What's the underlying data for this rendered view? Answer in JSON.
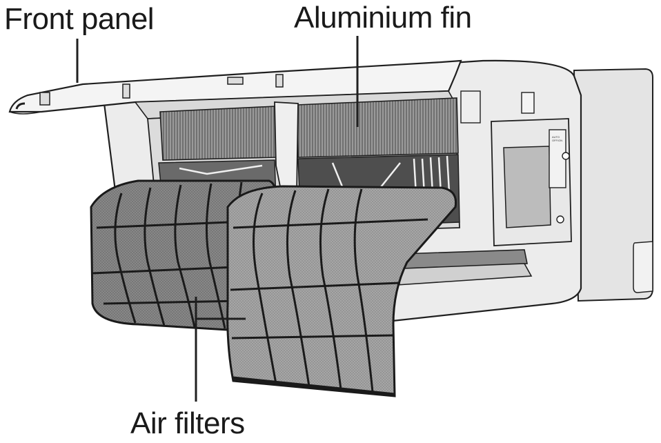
{
  "labels": {
    "front_panel": "Front panel",
    "aluminium_fin": "Aluminium fin",
    "air_filters": "Air filters"
  },
  "unit_markings": {
    "auto_button": "AUTO OFF/ON"
  },
  "colors": {
    "line": "#1f1f1f",
    "body_light": "#ececec",
    "body_mid": "#d6d6d6",
    "body_shadow": "#bdbdbd",
    "fin": "#8e8e8e",
    "fin_dark": "#5e5e5e",
    "filter_mesh": "#7b7b7b",
    "interior_dark": "#4a4a4a"
  }
}
